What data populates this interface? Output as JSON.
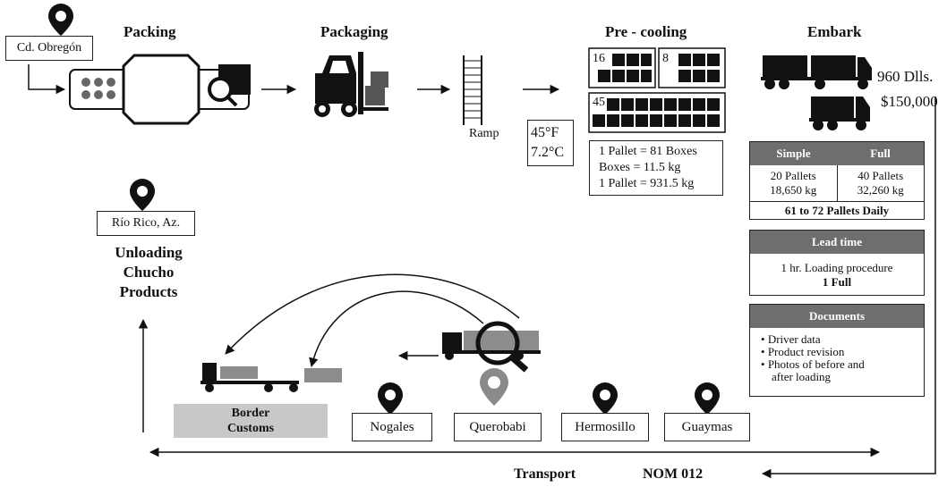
{
  "origin": {
    "city": "Cd. Obregón"
  },
  "steps": {
    "packing": "Packing",
    "packaging": "Packaging",
    "ramp": "Ramp",
    "precooling": "Pre - cooling",
    "embark": "Embark"
  },
  "precooling": {
    "box_counts": [
      "16",
      "8",
      "45"
    ],
    "temp_f": "45°F",
    "temp_c": "7.2°C",
    "info": [
      "1 Pallet = 81 Boxes",
      "Boxes = 11.5 kg",
      "1 Pallet = 931.5 kg"
    ]
  },
  "embark": {
    "price_1": "960 Dlls.",
    "price_2": "$150,000",
    "table": {
      "headers": [
        "Simple",
        "Full"
      ],
      "simple": [
        "20 Pallets",
        "18,650 kg"
      ],
      "full": [
        "40 Pallets",
        "32,260 kg"
      ],
      "footer": "61 to 72 Pallets Daily"
    },
    "lead_time": {
      "header": "Lead time",
      "line1": "1 hr. Loading procedure",
      "line2": "1 Full"
    },
    "documents": {
      "header": "Documents",
      "items": [
        "Driver data",
        "Product revision",
        "Photos of before and",
        "after loading"
      ]
    }
  },
  "destination": {
    "city": "Río Rico, Az.",
    "label": [
      "Unloading",
      "Chucho",
      "Products"
    ]
  },
  "border": {
    "label": [
      "Border",
      "Customs"
    ]
  },
  "cities": [
    "Nogales",
    "Querobabi",
    "Hermosillo",
    "Guaymas"
  ],
  "transport": {
    "label": "Transport",
    "norm": "NOM 012"
  },
  "colors": {
    "pin": "#111111",
    "pin_gray": "#8a8a8a",
    "panel": "#6e6e6e",
    "border_box": "#c8c8c8",
    "cargo": "#8c8c8c"
  }
}
